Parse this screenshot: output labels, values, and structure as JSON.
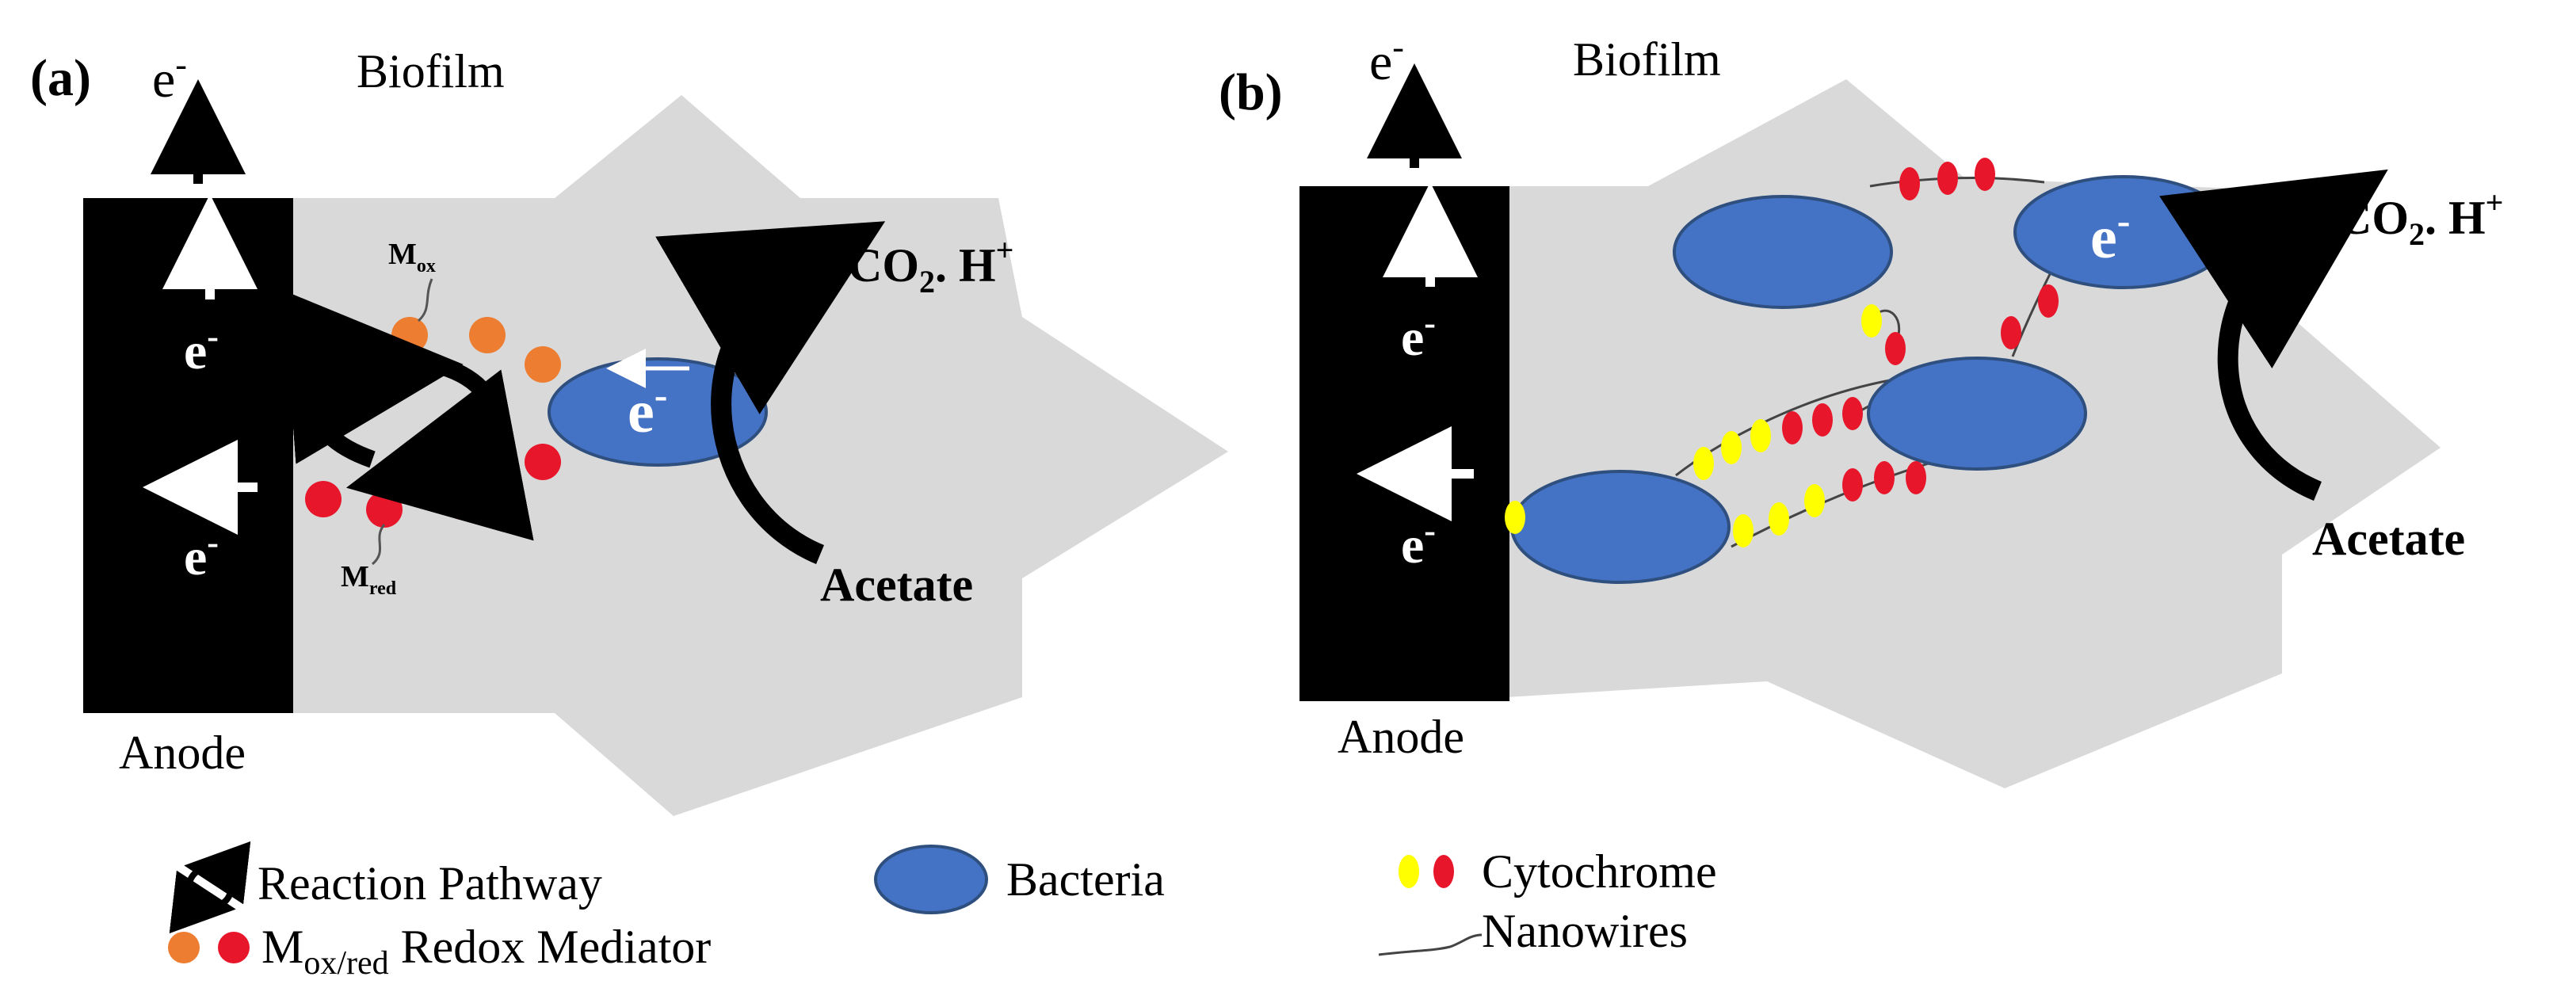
{
  "panel_a": {
    "label": "(a)",
    "biofilm": "Biofilm",
    "anode": "Anode",
    "electron_symbol": "e",
    "electron_sup": "-",
    "mox_base": "M",
    "mox_sub": "ox",
    "mred_base": "M",
    "mred_sub": "red",
    "product_base": "CO",
    "product_sub": "2",
    "product_mid": ". H",
    "product_sup": "+",
    "substrate": "Acetate"
  },
  "panel_b": {
    "label": "(b)",
    "biofilm": "Biofilm",
    "anode": "Anode",
    "electron_symbol": "e",
    "electron_sup": "-",
    "product_base": "CO",
    "product_sub": "2",
    "product_mid": ". H",
    "product_sup": "+",
    "substrate": "Acetate"
  },
  "legend": {
    "reaction_pathway": "Reaction Pathway",
    "mediator_base": "M",
    "mediator_sub": "ox/red",
    "mediator_label": " Redox Mediator",
    "bacteria": "Bacteria",
    "cytochrome": "Cytochrome",
    "nanowires": "Nanowires"
  },
  "colors": {
    "biofilm": "#d9d9d9",
    "anode": "#000000",
    "bacteria_fill": "#4472c4",
    "bacteria_stroke": "#2f4f7f",
    "mediator_ox": "#ed7d31",
    "mediator_red": "#e8162b",
    "cytochrome_yellow": "#ffff00",
    "cytochrome_red": "#e8162b"
  }
}
